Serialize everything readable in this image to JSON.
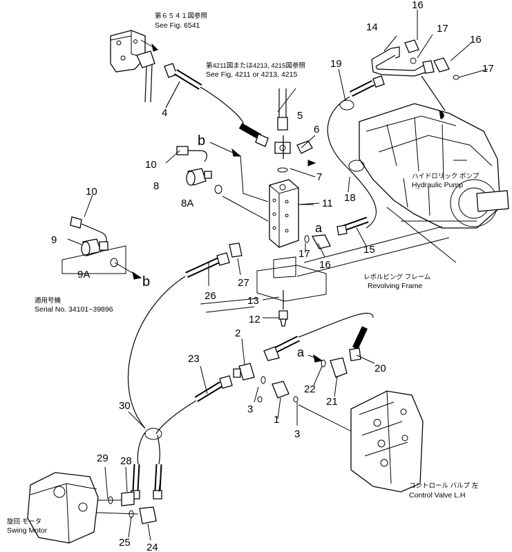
{
  "references": {
    "fig6541_jp": "第６５４１図参照",
    "fig6541_en": "See Fig. 6541",
    "fig4211_jp": "第4211図または4213, 4215図参照",
    "fig4211_en": "See Fig. 4211 or 4213, 4215"
  },
  "components": {
    "hydraulic_pump_jp": "ハイドロリック ポンプ",
    "hydraulic_pump_en": "Hydraulic Pump",
    "revolving_frame_jp": "レボルビング フレーム",
    "revolving_frame_en": "Revolving Frame",
    "control_valve_jp": "コントロール バルブ 左",
    "control_valve_en": "Control Valve L.H",
    "swing_motor_jp": "旋回 モータ",
    "swing_motor_en": "Swing Motor"
  },
  "serial": {
    "label_jp": "適用号機",
    "label_en": "Serial No. 34101~39896"
  },
  "markers": {
    "a": "a",
    "b": "b"
  },
  "parts": {
    "p1": "1",
    "p2": "2",
    "p3a": "3",
    "p3b": "3",
    "p4": "4",
    "p5": "5",
    "p6": "6",
    "p7": "7",
    "p8": "8",
    "p8a": "8A",
    "p9": "9",
    "p9a": "9A",
    "p10a": "10",
    "p10b": "10",
    "p11": "11",
    "p12": "12",
    "p13": "13",
    "p14": "14",
    "p15": "15",
    "p16a": "16",
    "p16b": "16",
    "p16c": "16",
    "p17a": "17",
    "p17b": "17",
    "p17c": "17",
    "p18": "18",
    "p19": "19",
    "p20": "20",
    "p21": "21",
    "p22": "22",
    "p23": "23",
    "p24": "24",
    "p25": "25",
    "p26": "26",
    "p27": "27",
    "p28": "28",
    "p29": "29",
    "p30": "30"
  }
}
